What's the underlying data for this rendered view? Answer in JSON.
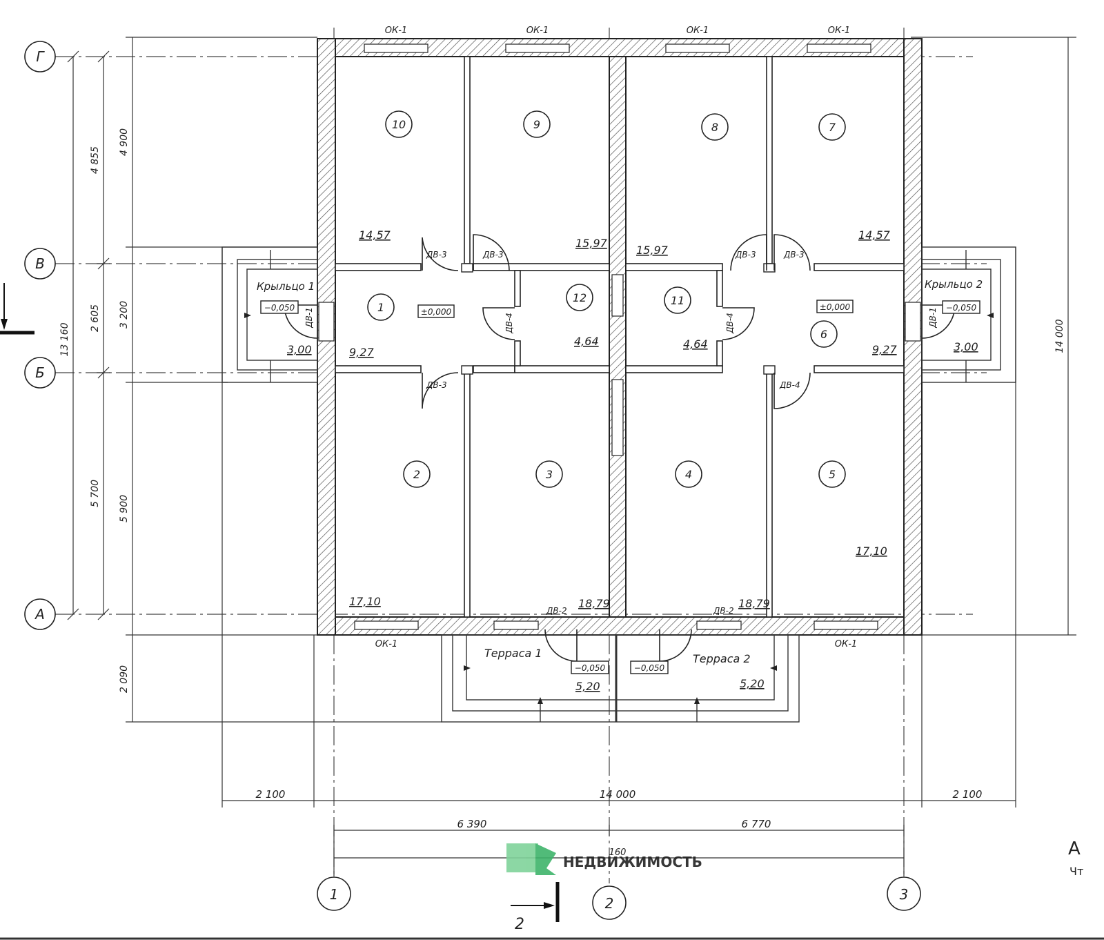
{
  "axes_letters": [
    "Г",
    "В",
    "Б",
    "А"
  ],
  "axes_numbers": [
    "1",
    "2",
    "3"
  ],
  "windows": [
    "ОК-1",
    "ОК-1",
    "ОК-1",
    "ОК-1",
    "ОК-1",
    "ОК-1"
  ],
  "rooms": [
    {
      "num": "10",
      "area": "14,57"
    },
    {
      "num": "9",
      "area": "15,97"
    },
    {
      "num": "8",
      "area": "15,97"
    },
    {
      "num": "7",
      "area": "14,57"
    },
    {
      "num": "1",
      "area": "9,27"
    },
    {
      "num": "12",
      "area": "4,64"
    },
    {
      "num": "11",
      "area": "4,64"
    },
    {
      "num": "6",
      "area": "9,27"
    },
    {
      "num": "2",
      "area": "17,10"
    },
    {
      "num": "3",
      "area": "18,79"
    },
    {
      "num": "4",
      "area": "18,79"
    },
    {
      "num": "5",
      "area": "17,10"
    }
  ],
  "doors": {
    "dv1": "ДВ-1",
    "dv2": "ДВ-2",
    "dv3": "ДВ-3",
    "dv4": "ДВ-4"
  },
  "levels": {
    "zero": "±0,000",
    "minus": "−0,050"
  },
  "porches": [
    {
      "label": "Крыльцо 1",
      "area": "3,00"
    },
    {
      "label": "Крыльцо 2",
      "area": "3,00"
    }
  ],
  "terraces": [
    {
      "label": "Терраса 1",
      "area": "5,20"
    },
    {
      "label": "Терраса 2",
      "area": "5,20"
    }
  ],
  "dims": {
    "left_outer": "13 160",
    "left_mid": [
      "4 855",
      "2 605",
      "5 700"
    ],
    "left_inner": [
      "4 900",
      "3 200",
      "5 900"
    ],
    "terrace_depth": "2 090",
    "right_total": "14 000",
    "bottom_left": "2 100",
    "bottom_center": "14 000",
    "bottom_right": "2 100",
    "span_left": "6 390",
    "span_right": "6 770",
    "span_overall": "160"
  },
  "section_mark": "2",
  "watermark": {
    "text": "НЕДВИЖИМОСТЬ",
    "color": "#5fc27e"
  },
  "edge_text": [
    "А",
    "Чт"
  ]
}
